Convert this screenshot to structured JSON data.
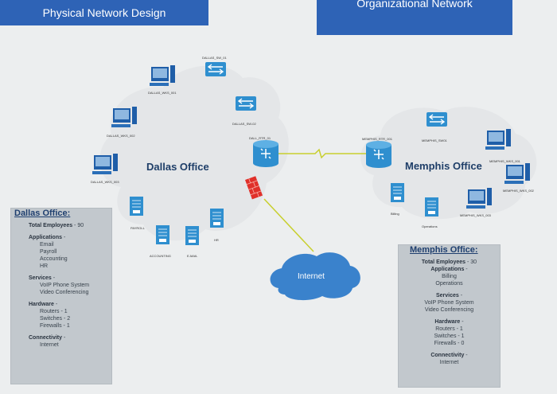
{
  "banners": {
    "left": "Physical Network Design",
    "right": "Organizational Network"
  },
  "dallas": {
    "cloud_title": "Dallas Office",
    "labels": {
      "sw1": "DALLAS_SW_01",
      "wks1": "DALLAS_WKS_001",
      "sw2": "DALLAS_SW-02",
      "wks2": "DALLAS_WKS_002",
      "rtr": "DALL_RTR_01",
      "wks3": "DALLAS_WKS_003",
      "payroll": "PAYROLL",
      "accounting": "ACCOUNTING",
      "email": "E-MAIL",
      "hr": "HR"
    },
    "box": {
      "title": "Dallas Office:",
      "employees_label": "Total Employees",
      "employees_value": "90",
      "applications_label": "Applications",
      "applications": [
        "Email",
        "Payroll",
        "Accounting",
        "HR"
      ],
      "services_label": "Services",
      "services": [
        "VoIP Phone System",
        "Video Conferencing"
      ],
      "hardware_label": "Hardware",
      "hardware": [
        "Routers - 1",
        "Switches - 2",
        "Firewalls - 1"
      ],
      "connectivity_label": "Connectivity",
      "connectivity": "Internet"
    }
  },
  "memphis": {
    "cloud_title": "Memphis Office",
    "labels": {
      "rtr": "MEMPHIS_RTR_001",
      "sw": "MEMPHIS_SW01",
      "wks1": "MEMPHIS_WKS_001",
      "wks2": "MEMPHIS_WKS_002",
      "wks3": "MEMPHIS_WKS_003",
      "billing": "Billing",
      "operations": "Operations"
    },
    "box": {
      "title": "Memphis Office:",
      "employees_label": "Total Employees",
      "employees_value": "30",
      "applications_label": "Applications",
      "applications": [
        "Billing",
        "Operations"
      ],
      "services_label": "Services",
      "services": [
        "VoIP Phone System",
        "Video Conferencing"
      ],
      "hardware_label": "Hardware",
      "hardware": [
        "Routers - 1",
        "Switches - 1",
        "Firewalls - 0"
      ],
      "connectivity_label": "Connectivity",
      "connectivity": "Internet"
    }
  },
  "internet_label": "Internet",
  "colors": {
    "banner": "#2e63b6",
    "device": "#2f8fcf",
    "cloud": "#3a82cc",
    "firewall": "#e0302a"
  }
}
